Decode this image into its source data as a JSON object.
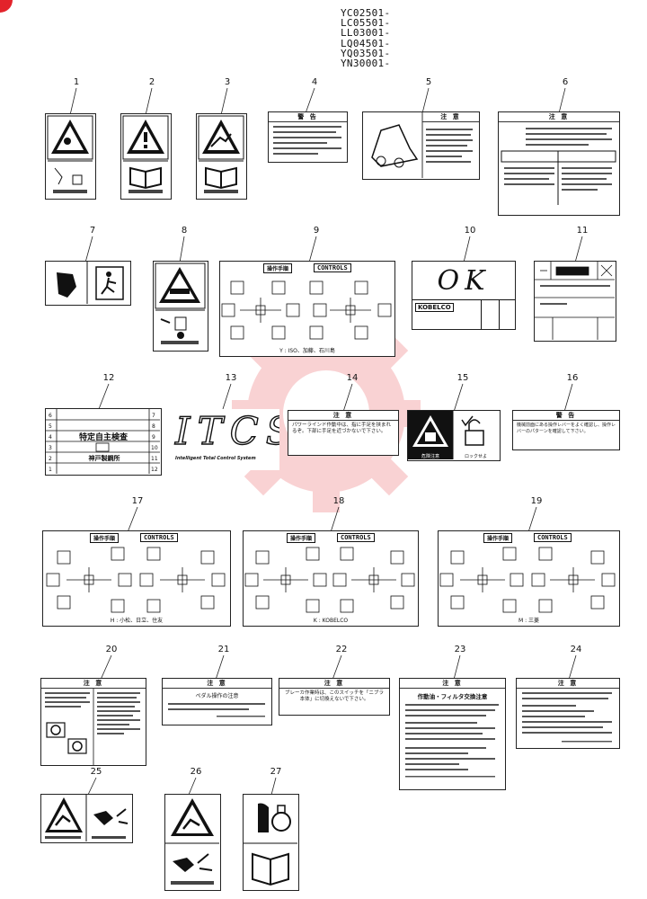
{
  "serial_numbers": [
    "YC02501-",
    "LC05501-",
    "LL03001-",
    "LQ04501-",
    "YQ03501-",
    "YN30001-"
  ],
  "labels": [
    {
      "num": "1",
      "kind": "warn-tall"
    },
    {
      "num": "2",
      "kind": "warn-tall"
    },
    {
      "num": "3",
      "kind": "warn-tall"
    },
    {
      "num": "4",
      "kind": "caution-text",
      "header": "警 告"
    },
    {
      "num": "5",
      "kind": "caution-image",
      "header": "注 意"
    },
    {
      "num": "6",
      "kind": "caution-table",
      "header": "注 意"
    },
    {
      "num": "7",
      "kind": "exit"
    },
    {
      "num": "8",
      "kind": "warn-tall"
    },
    {
      "num": "9",
      "kind": "controls",
      "header_left": "操作手順",
      "header_right": "CONTROLS",
      "caption": "Y : ISO、加藤、石川島"
    },
    {
      "num": "10",
      "kind": "ok",
      "ok_text": "OK",
      "brand": "KOBELCO"
    },
    {
      "num": "11",
      "kind": "tag"
    },
    {
      "num": "12",
      "kind": "inspection",
      "title": "特定自主検査",
      "footer": "神戸製鋼所"
    },
    {
      "num": "13",
      "kind": "itcs",
      "itcs_text": "ITCS",
      "itcs_sub": "Intelligent Total Control System"
    },
    {
      "num": "14",
      "kind": "caution-text",
      "header": "注 意",
      "body": "パワーラインド作動中は、指に手足を挟まれるぞ。下部に手足を近づかないで下さい。"
    },
    {
      "num": "15",
      "kind": "lock",
      "caption_left": "危険注意",
      "caption_right": "ロックせよ"
    },
    {
      "num": "16",
      "kind": "caution-text",
      "header": "警 告",
      "body": "機械前面にある操作レバーをよく確認し、操作レバーのパターンを確認して下さい。"
    },
    {
      "num": "17",
      "kind": "controls",
      "header_left": "操作手順",
      "header_right": "CONTROLS",
      "caption": "H : 小松、日立、住友"
    },
    {
      "num": "18",
      "kind": "controls",
      "header_left": "操作手順",
      "header_right": "CONTROLS",
      "caption": "K : KOBELCO"
    },
    {
      "num": "19",
      "kind": "controls",
      "header_left": "操作手順",
      "header_right": "CONTROLS",
      "caption": "M : 三菱"
    },
    {
      "num": "20",
      "kind": "caution-table",
      "header": "注 意"
    },
    {
      "num": "21",
      "kind": "caution-text",
      "header": "注 意",
      "body": "ペダル操作の注意"
    },
    {
      "num": "22",
      "kind": "caution-text",
      "header": "注 意",
      "body": "ブレーカ作業時は、このスイッチを「ニブラ本体」に切換えないで下さい。"
    },
    {
      "num": "23",
      "kind": "caution-text",
      "header": "注 意",
      "body": "作動油・フィルタ交換注意"
    },
    {
      "num": "24",
      "kind": "caution-text",
      "header": "注 意"
    },
    {
      "num": "25",
      "kind": "warn-wide"
    },
    {
      "num": "26",
      "kind": "warn-tall"
    },
    {
      "num": "27",
      "kind": "manual"
    }
  ],
  "watermark_color": "#e3232b"
}
